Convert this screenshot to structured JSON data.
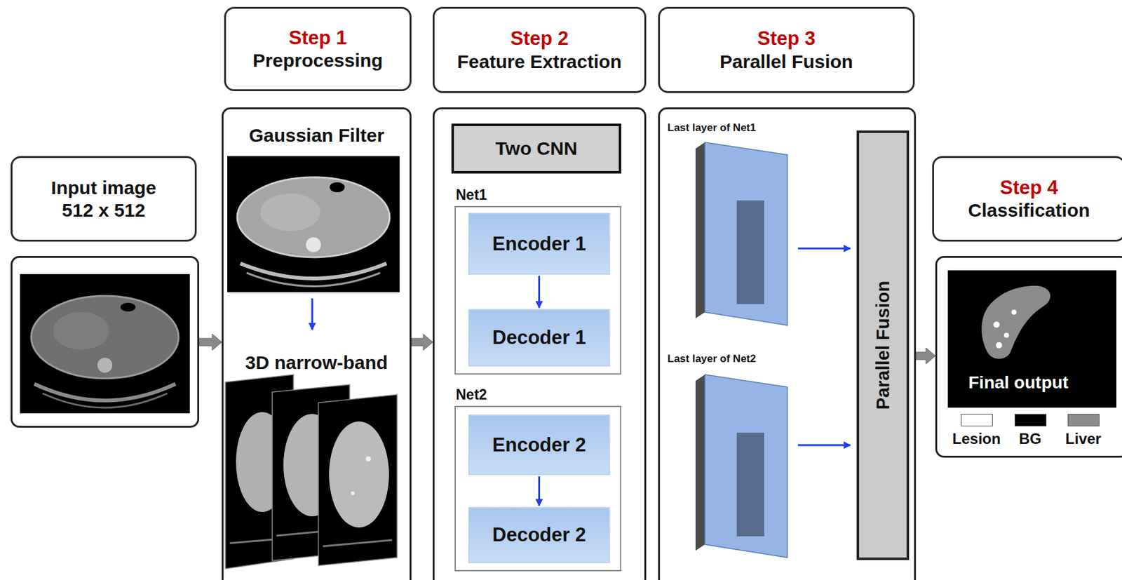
{
  "diagram": {
    "nodes": [
      {
        "text": [
          "Input image 512 x 512"
        ]
      },
      {
        "text": []
      },
      {
        "text": [
          "Step 1",
          "Preprocessing"
        ]
      },
      {
        "text": [
          "Gaussian Filter",
          "3D narrow-band"
        ]
      },
      {
        "text": [
          "Step 2",
          "Feature Extraction"
        ]
      },
      {
        "text": []
      },
      {
        "text": [
          "Two CNN"
        ],
        "in": 5
      },
      {
        "text": [
          "Net1"
        ],
        "in": 5
      },
      {
        "text": [
          "Encoder 1"
        ],
        "in": 7
      },
      {
        "text": [
          "Decoder 1"
        ],
        "in": 7
      },
      {
        "text": [
          "Net2"
        ],
        "in": 5
      },
      {
        "text": [
          "Encoder 2"
        ],
        "in": 10
      },
      {
        "text": [
          "Decoder 2"
        ],
        "in": 10
      },
      {
        "text": [
          "Step 3",
          "Parallel Fusion"
        ]
      },
      {
        "text": [
          "Last layer of Net1",
          "Last layer of Net2"
        ]
      },
      {
        "text": [
          "Parallel Fusion"
        ],
        "in": 14
      },
      {
        "text": [
          "Step 4",
          "Classification"
        ]
      },
      {
        "text": [
          "Final output"
        ]
      }
    ],
    "edges": [
      {
        "from": 1,
        "to": 3,
        "arrow": "to"
      },
      {
        "from": 3,
        "to": 5,
        "arrow": "to"
      },
      {
        "from": 14,
        "to": 17,
        "arrow": "to"
      },
      {
        "from": 8,
        "to": 9,
        "arrow": "to"
      },
      {
        "from": 11,
        "to": 12,
        "arrow": "to"
      }
    ],
    "legend": [
      {
        "text": "Lesion",
        "color": "#ffffff"
      },
      {
        "text": "BG",
        "color": "#000000"
      },
      {
        "text": "Liver",
        "color": "#8c8c8c"
      }
    ]
  }
}
